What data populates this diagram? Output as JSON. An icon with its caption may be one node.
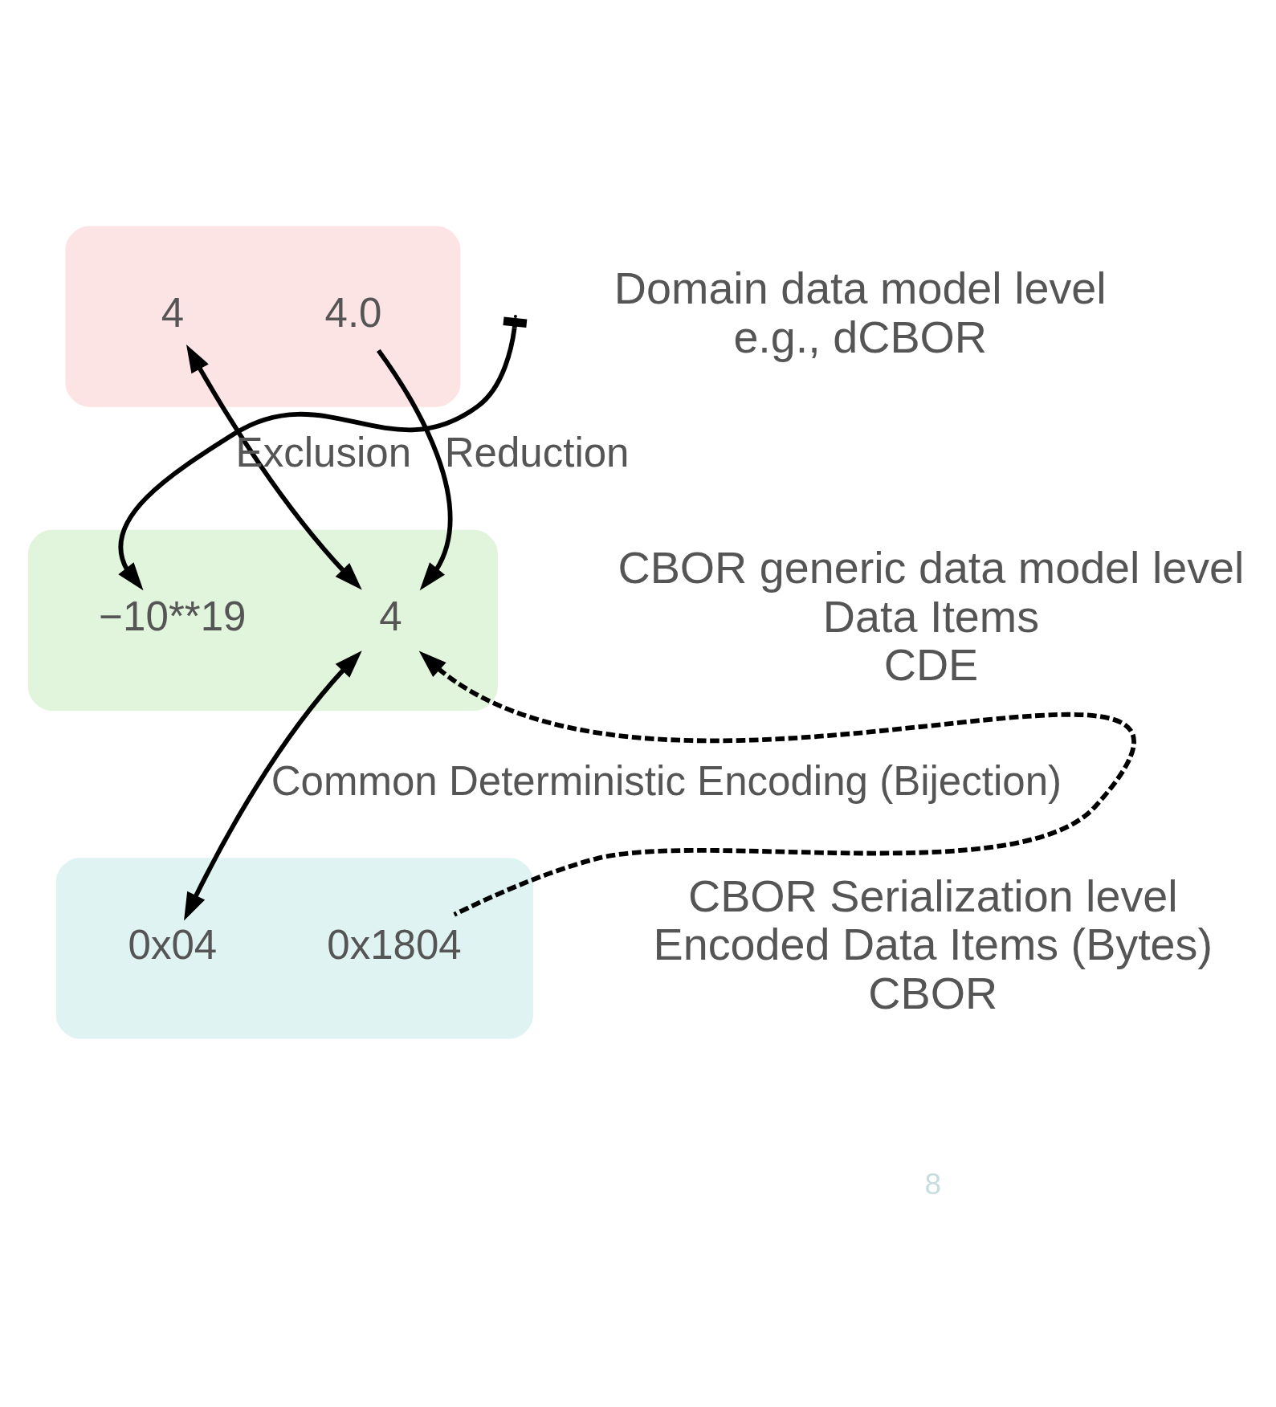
{
  "diagram": {
    "nodes": [
      {
        "text": [],
        "shape": "cloud",
        "beside": [
          "Domain data model level",
          "e.g., dCBOR"
        ]
      },
      {
        "text": [
          "4"
        ],
        "in": 0
      },
      {
        "text": [
          "4.0"
        ],
        "in": 0
      },
      {
        "text": [],
        "shape": "cloud",
        "beside": [
          "CBOR generic data model level",
          "Data Items",
          "CDE"
        ]
      },
      {
        "text": [
          "−10**19"
        ],
        "in": 3
      },
      {
        "text": [
          "4"
        ],
        "in": 3
      },
      {
        "text": [],
        "shape": "cloud",
        "beside": [
          "CBOR Serialization level",
          "Encoded Data Items (Bytes)",
          "CBOR"
        ]
      },
      {
        "text": [
          "0x04"
        ],
        "in": 6
      },
      {
        "text": [
          "0x1804"
        ],
        "in": 6
      }
    ],
    "edges": [
      {
        "from": null,
        "to": 4,
        "arrow": "to",
        "label": "Exclusion"
      },
      {
        "from": 1,
        "to": 5,
        "arrow": "both"
      },
      {
        "from": 2,
        "to": 5,
        "arrow": "to",
        "label": "Reduction"
      },
      {
        "from": 7,
        "to": 5,
        "arrow": "both",
        "label": "Common Deterministic Encoding (Bijection)"
      },
      {
        "from": 8,
        "to": 5,
        "arrow": "to",
        "style": "dashed"
      }
    ],
    "labels": [
      "8"
    ]
  }
}
